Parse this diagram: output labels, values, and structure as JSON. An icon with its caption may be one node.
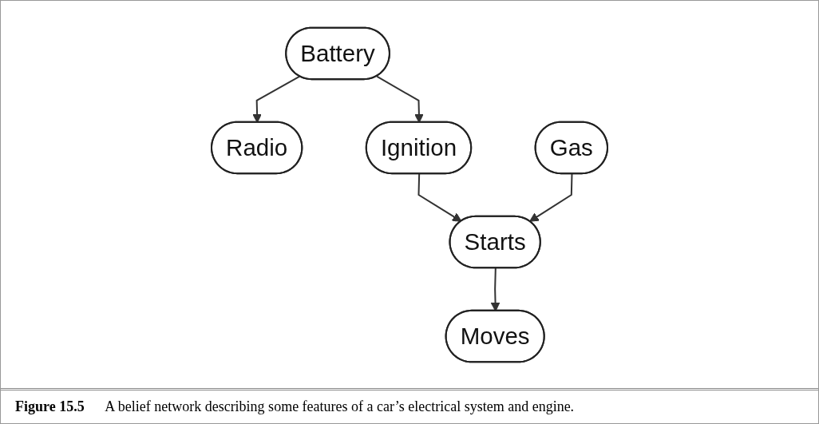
{
  "diagram": {
    "caption": "**Figure 15.5** A belief network describing some features of a car’s electrical system and engine.",
    "nodes": [
      {
        "text": [
          "Battery"
        ]
      },
      {
        "text": [
          "Radio"
        ]
      },
      {
        "text": [
          "Ignition"
        ]
      },
      {
        "text": [
          "Gas"
        ]
      },
      {
        "text": [
          "Starts"
        ]
      },
      {
        "text": [
          "Moves"
        ]
      }
    ],
    "edges": [
      {
        "from": 0,
        "to": 1,
        "arrow": "to"
      },
      {
        "from": 0,
        "to": 2,
        "arrow": "to"
      },
      {
        "from": 2,
        "to": 4,
        "arrow": "to"
      },
      {
        "from": 3,
        "to": 4,
        "arrow": "to"
      },
      {
        "from": 4,
        "to": 5,
        "arrow": "to"
      }
    ]
  }
}
